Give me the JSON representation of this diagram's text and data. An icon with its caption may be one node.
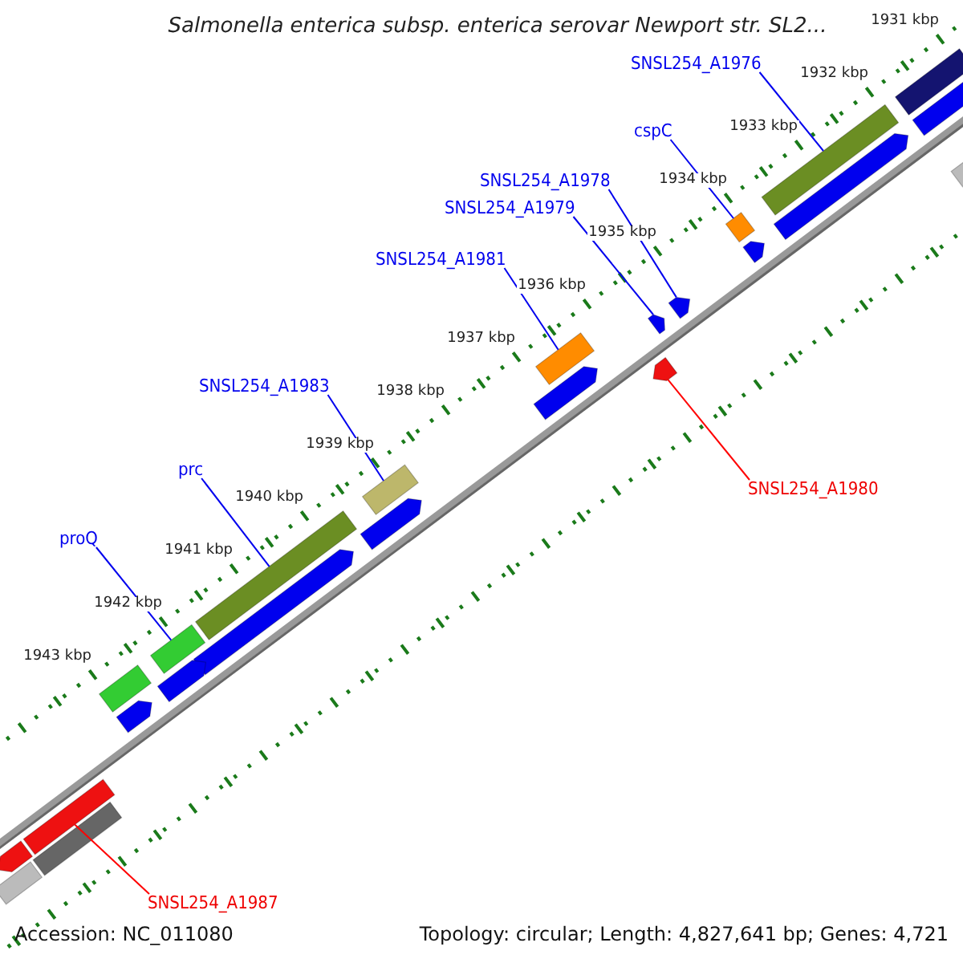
{
  "diagram": {
    "title": "Salmonella enterica subsp. enterica serovar Newport str. SL2...",
    "nodes": [
      {
        "text": [
          "SNSL254_A1976"
        ]
      },
      {
        "text": [
          "cspC"
        ]
      },
      {
        "text": [
          "SNSL254_A1978"
        ]
      },
      {
        "text": [
          "SNSL254_A1979"
        ]
      },
      {
        "text": [
          "SNSL254_A1981"
        ]
      },
      {
        "text": [
          "SNSL254_A1983"
        ]
      },
      {
        "text": [
          "prc"
        ]
      },
      {
        "text": [
          "SNSL254_A1980"
        ]
      },
      {
        "text": [
          "proQ"
        ]
      },
      {
        "text": [
          "SNSL254_A1987"
        ]
      },
      {
        "text": [],
        "shape": "bar"
      },
      {
        "text": [],
        "shape": "bar"
      },
      {
        "text": [],
        "shape": "arrow"
      },
      {
        "text": [],
        "shape": "arrow"
      },
      {
        "text": [],
        "shape": "bar"
      },
      {
        "text": [],
        "shape": "bar"
      },
      {
        "text": [],
        "shape": "bar"
      },
      {
        "text": [],
        "shape": "arrow"
      },
      {
        "text": [],
        "shape": "bar"
      },
      {
        "text": [],
        "shape": "bar"
      },
      {
        "text": [],
        "shape": "bar"
      },
      {
        "text": [],
        "shape": "arrow"
      },
      {
        "text": [],
        "shape": "arrow"
      },
      {
        "text": [],
        "shape": "arrow"
      },
      {
        "text": [],
        "shape": "arrow"
      },
      {
        "text": [],
        "shape": "arrow"
      },
      {
        "text": [],
        "shape": "arrow"
      },
      {
        "text": [],
        "shape": "arrow"
      },
      {
        "text": [],
        "shape": "arrow"
      },
      {
        "text": [],
        "shape": "bar"
      },
      {
        "text": [],
        "shape": "arrow"
      },
      {
        "text": [],
        "shape": "bar"
      },
      {
        "text": [],
        "shape": "bar"
      },
      {
        "text": [],
        "shape": "bar"
      }
    ],
    "edges": [
      {
        "from": 0,
        "to": 10,
        "arrow": "none"
      },
      {
        "from": 1,
        "to": 11,
        "arrow": "none"
      },
      {
        "from": 2,
        "to": 12,
        "arrow": "none"
      },
      {
        "from": 3,
        "to": 13,
        "arrow": "none"
      },
      {
        "from": 4,
        "to": 14,
        "arrow": "none"
      },
      {
        "from": 5,
        "to": 15,
        "arrow": "none"
      },
      {
        "from": 6,
        "to": 16,
        "arrow": "none"
      },
      {
        "from": 7,
        "to": 17,
        "arrow": "none",
        "color": "#ff0000"
      },
      {
        "from": 8,
        "to": 18,
        "arrow": "none"
      },
      {
        "from": 9,
        "to": 19,
        "arrow": "none",
        "color": "#ff0000"
      }
    ],
    "labels": [
      "1931 kbp",
      "1932 kbp",
      "1933 kbp",
      "1934 kbp",
      "1935 kbp",
      "1936 kbp",
      "1937 kbp",
      "1938 kbp",
      "1939 kbp",
      "1940 kbp",
      "1941 kbp",
      "1942 kbp",
      "1943 kbp",
      "Accession: NC_011080",
      "Topology: circular; Length: 4,827,641 bp; Genes: 4,721"
    ]
  }
}
